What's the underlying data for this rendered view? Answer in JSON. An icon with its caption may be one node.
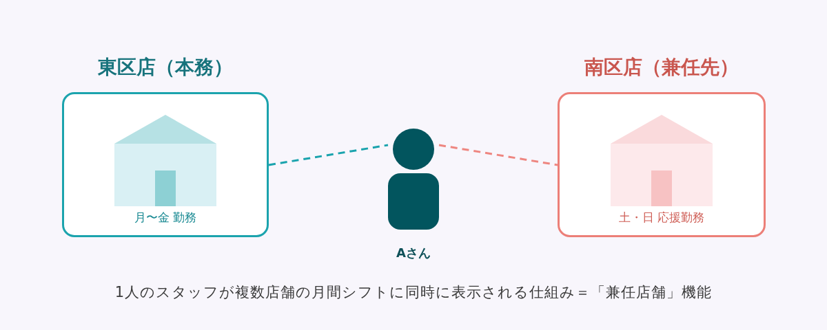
{
  "diagram": {
    "caption": "1人のスタッフが複数店舗の月間シフトに同時に表示される仕組み＝「兼任店舗」機能",
    "nodes": [
      {
        "text": [
          "東区店（本務）",
          "月〜金 勤務"
        ]
      },
      {
        "text": [
          "Aさん"
        ]
      },
      {
        "text": [
          "南区店（兼任先）",
          "土・日 応援勤務"
        ]
      }
    ],
    "edges": [
      {
        "from": 0,
        "to": 1,
        "arrow": "none",
        "style": "dashed",
        "color": "#1aa3ad"
      },
      {
        "from": 1,
        "to": 2,
        "arrow": "none",
        "style": "dashed",
        "color": "#ee8680"
      }
    ]
  }
}
